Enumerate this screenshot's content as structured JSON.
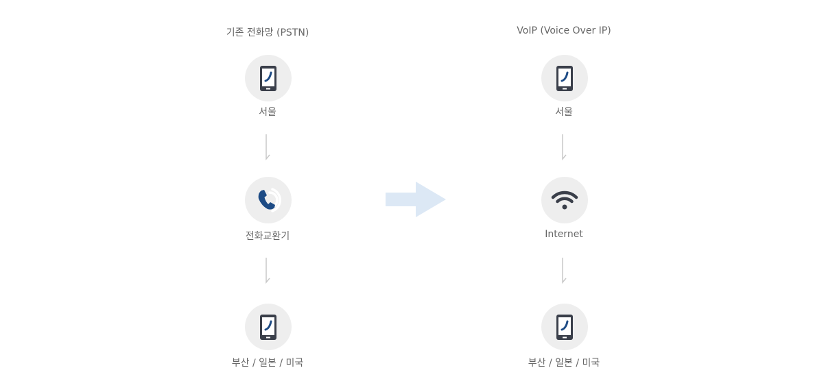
{
  "pstn": {
    "title": "기존 전화망 (PSTN)",
    "nodes": [
      {
        "label": "서울",
        "icon": "smartphone-icon"
      },
      {
        "label": "전화교환기",
        "icon": "phone-ringing-icon"
      },
      {
        "label": "부산 / 일본 / 미국",
        "icon": "smartphone-icon"
      }
    ]
  },
  "voip": {
    "title": "VoIP (Voice Over IP)",
    "nodes": [
      {
        "label": "서울",
        "icon": "smartphone-icon"
      },
      {
        "label": "Internet",
        "icon": "wifi-icon"
      },
      {
        "label": "부산 / 일본 / 미국",
        "icon": "smartphone-icon"
      }
    ]
  },
  "colors": {
    "circle_bg": "#eeeeee",
    "device_dark": "#3a3f4a",
    "handset_blue": "#1d4b85",
    "connector_line": "#c8c8c8",
    "transition_arrow": "#dce8f5",
    "text": "#666666"
  }
}
